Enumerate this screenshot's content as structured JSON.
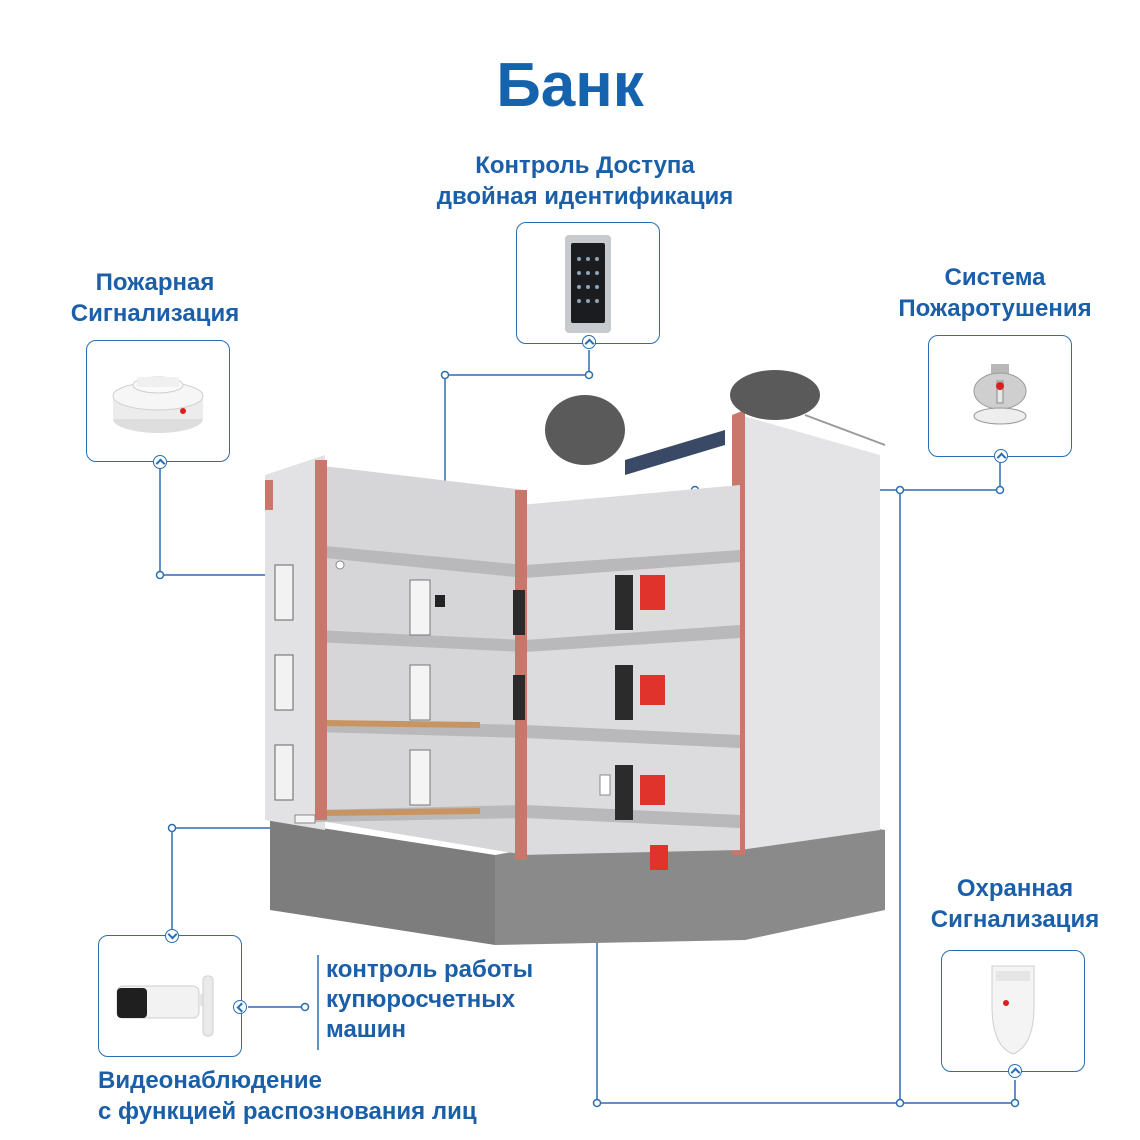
{
  "title": "Банк",
  "labels": {
    "access_control": [
      "Контроль Доступа",
      "двойная идентификация"
    ],
    "fire_alarm": [
      "Пожарная",
      "Сигнализация"
    ],
    "fire_suppression": [
      "Система",
      "Пожаротушения"
    ],
    "security_alarm": [
      "Охранная",
      "Сигнализация"
    ],
    "video": [
      "Видеонаблюдение",
      "с функцией распознования лиц"
    ],
    "counting_machines": [
      "контроль работы",
      "купюросчетных",
      "машин"
    ]
  },
  "icons": {
    "access_control": "keypad-reader-icon",
    "fire_alarm": "smoke-detector-icon",
    "fire_suppression": "sprinkler-icon",
    "security_alarm": "motion-sensor-icon",
    "video": "bullet-camera-icon",
    "building": "bank-building-cutaway-icon"
  },
  "colors": {
    "accent": "#1a5fa8",
    "line": "#2a6db3",
    "wall_red": "#c9776b"
  }
}
